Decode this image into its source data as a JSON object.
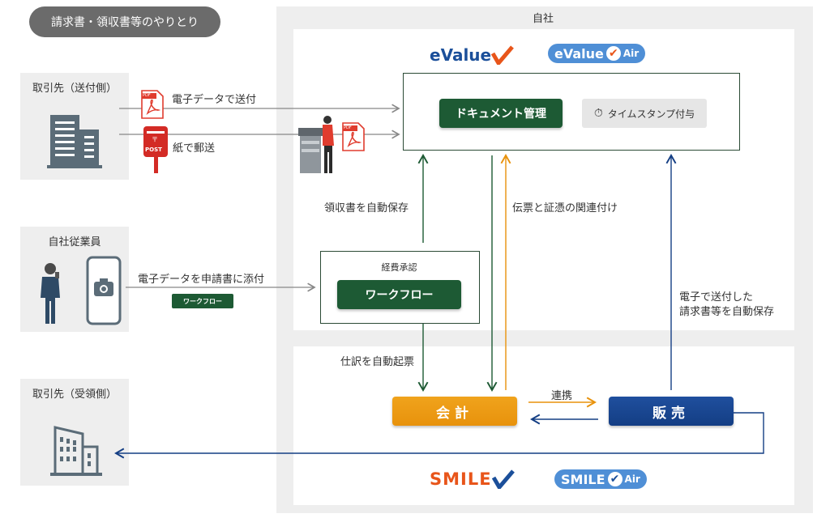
{
  "header": {
    "tag": "請求書・領収書等のやりとり",
    "company": "自社"
  },
  "left": {
    "sender": "取引先（送付側）",
    "employee": "自社従業員",
    "receiver": "取引先（受領側）"
  },
  "flows": {
    "send_electronic": "電子データで送付",
    "send_mail": "紙で郵送",
    "attach_application": "電子データを申請書に添付",
    "workflow_badge": "ワークフロー",
    "receipt_auto_save": "領収書を自動保存",
    "link_vouchers": "伝票と証憑の関連付け",
    "auto_journal": "仕訳を自動起票",
    "integration": "連携",
    "auto_save_invoice_1": "電子で送付した",
    "auto_save_invoice_2": "請求書等を自動保存"
  },
  "boxes": {
    "doc_mgmt": "ドキュメント管理",
    "timestamp": "タイムスタンプ付与",
    "expense_approval": "経費承認",
    "workflow": "ワークフロー",
    "accounting": "会計",
    "sales": "販売"
  },
  "logos": {
    "evalue": "eValue",
    "evalue_air": "eValue",
    "air": "Air",
    "smile": "SMILE",
    "smile_air": "SMILE",
    "smile_air_suffix": "Air",
    "pdf": "PDF",
    "post": "POST",
    "post_mark": "〒"
  },
  "colors": {
    "green": "#1d5a34",
    "orange": "#e8920c",
    "blue": "#143e84",
    "gray_arrow": "#888888"
  }
}
